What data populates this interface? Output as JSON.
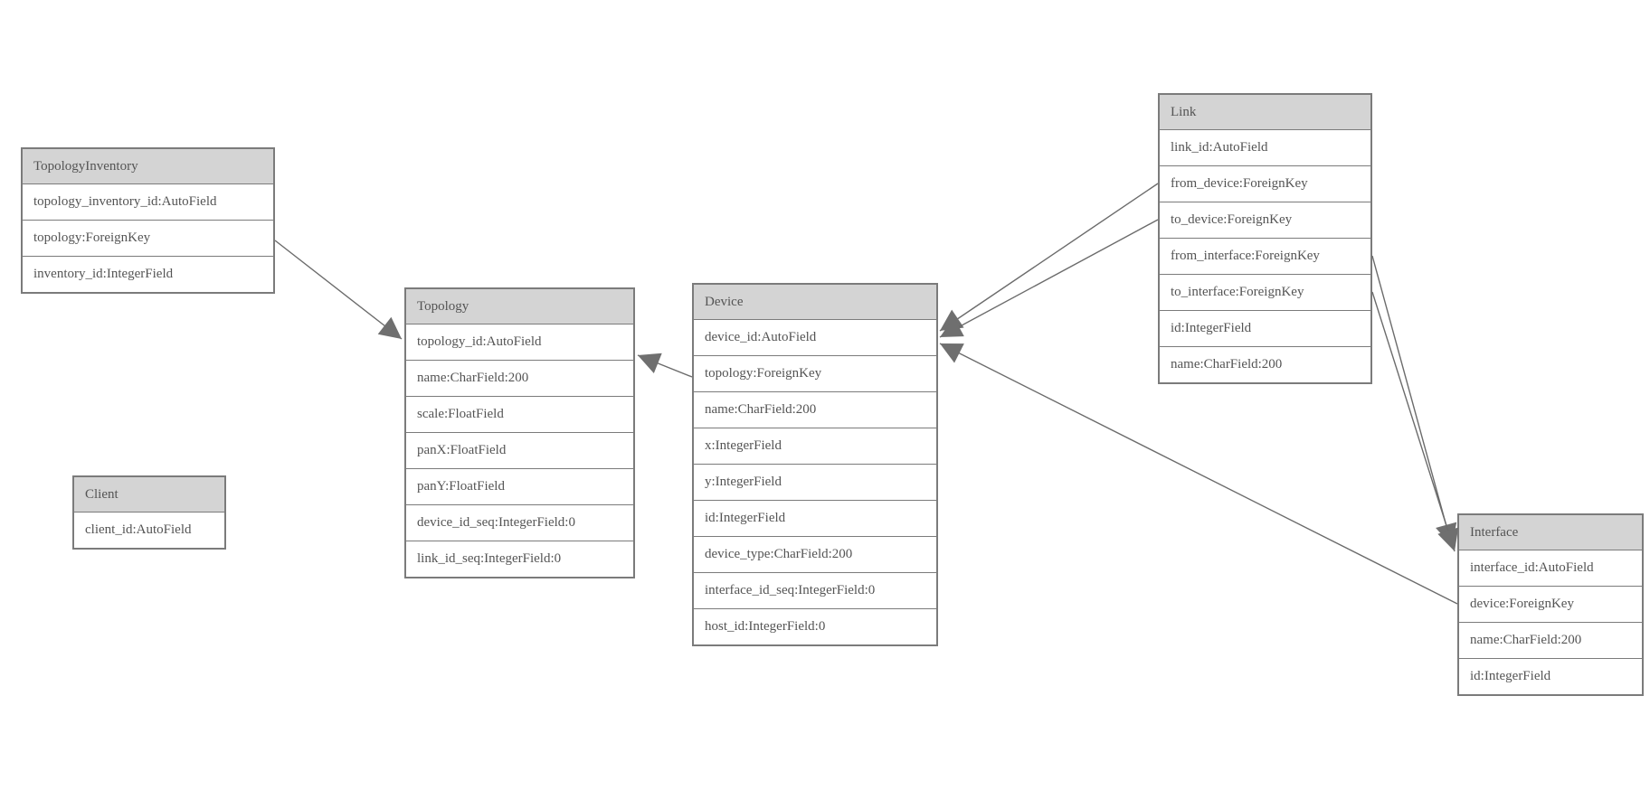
{
  "diagram": {
    "colors": {
      "header_fill": "#d4d4d4",
      "table_border": "#7b7b7b",
      "text": "#545454",
      "edge_line": "#6b6b6b",
      "arrowhead": "#6f6f6f"
    },
    "tables": [
      {
        "name": "TopologyInventory",
        "fields": [
          "topology_inventory_id:AutoField",
          "topology:ForeignKey",
          "inventory_id:IntegerField"
        ]
      },
      {
        "name": "Topology",
        "fields": [
          "topology_id:AutoField",
          "name:CharField:200",
          "scale:FloatField",
          "panX:FloatField",
          "panY:FloatField",
          "device_id_seq:IntegerField:0",
          "link_id_seq:IntegerField:0"
        ]
      },
      {
        "name": "Client",
        "fields": [
          "client_id:AutoField"
        ]
      },
      {
        "name": "Device",
        "fields": [
          "device_id:AutoField",
          "topology:ForeignKey",
          "name:CharField:200",
          "x:IntegerField",
          "y:IntegerField",
          "id:IntegerField",
          "device_type:CharField:200",
          "interface_id_seq:IntegerField:0",
          "host_id:IntegerField:0"
        ]
      },
      {
        "name": "Link",
        "fields": [
          "link_id:AutoField",
          "from_device:ForeignKey",
          "to_device:ForeignKey",
          "from_interface:ForeignKey",
          "to_interface:ForeignKey",
          "id:IntegerField",
          "name:CharField:200"
        ]
      },
      {
        "name": "Interface",
        "fields": [
          "interface_id:AutoField",
          "device:ForeignKey",
          "name:CharField:200",
          "id:IntegerField"
        ]
      }
    ],
    "relations": [
      {
        "from": "TopologyInventory.topology",
        "to": "Topology.topology_id"
      },
      {
        "from": "Device.topology",
        "to": "Topology.topology_id"
      },
      {
        "from": "Link.from_device",
        "to": "Device.device_id"
      },
      {
        "from": "Link.to_device",
        "to": "Device.device_id"
      },
      {
        "from": "Interface.device",
        "to": "Device.device_id"
      },
      {
        "from": "Link.from_interface",
        "to": "Interface.interface_id"
      },
      {
        "from": "Link.to_interface",
        "to": "Interface.interface_id"
      }
    ]
  }
}
